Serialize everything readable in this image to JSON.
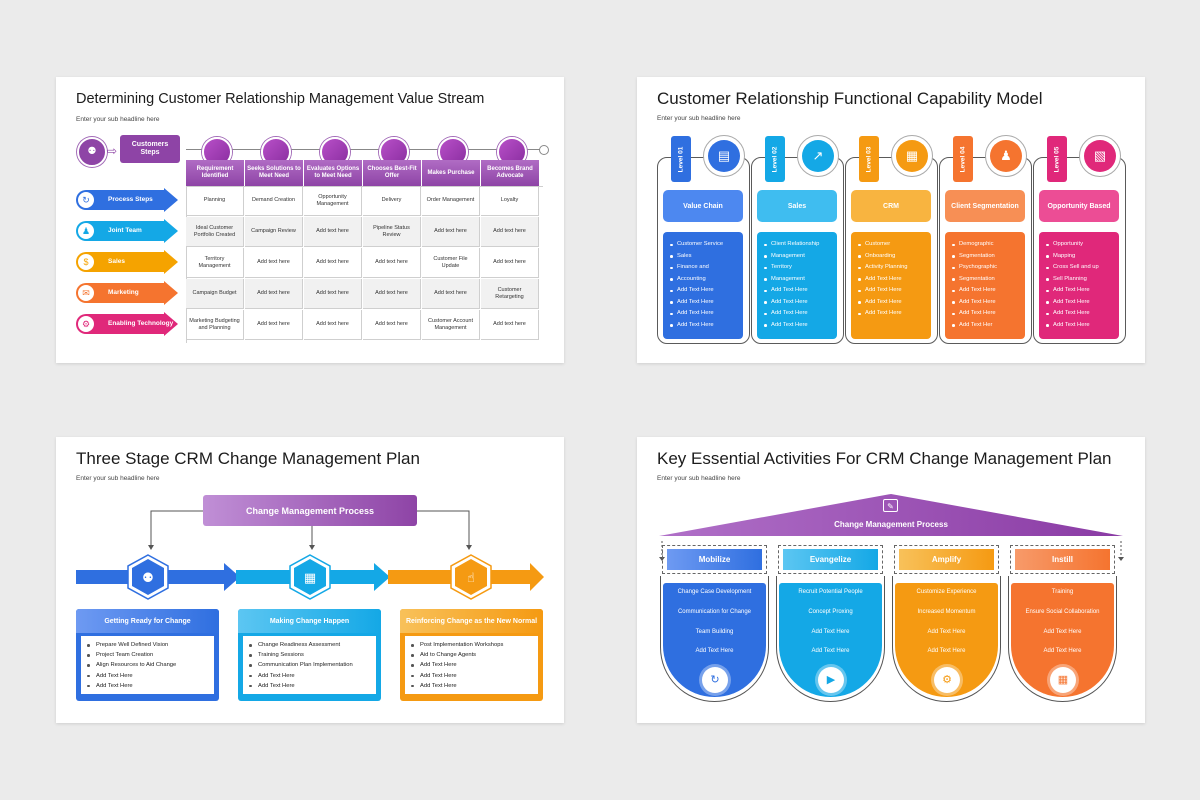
{
  "colors": {
    "purple": "#8e44a6",
    "blue": "#2f6fe0",
    "teal": "#14a8e6",
    "orange": "#f59a12",
    "deep_orange": "#f5742f",
    "magenta": "#e0287a"
  },
  "slide1": {
    "title": "Determining Customer Relationship Management Value Stream",
    "subtitle": "Enter your sub headline here",
    "customer_steps": "Customers Steps",
    "columns": [
      "Requirement Identified",
      "Seeks Solutions to Meet Need",
      "Evaluates Options to Meet Need",
      "Chooses Best-Fit Offer",
      "Makes Purchase",
      "Becomes Brand Advocate"
    ],
    "rows": [
      {
        "label": "Process Steps",
        "icon": "refresh-icon",
        "cells": [
          "Planning",
          "Demand Creation",
          "Opportunity Management",
          "Delivery",
          "Order Management",
          "Loyalty"
        ]
      },
      {
        "label": "Joint Team",
        "icon": "team-icon",
        "cells": [
          "Ideal Customer Portfolio Created",
          "Campaign Review",
          "Add text here",
          "Pipeline Status Review",
          "Add text here",
          "Add text here"
        ]
      },
      {
        "label": "Sales",
        "icon": "sales-icon",
        "cells": [
          "Territory Management",
          "Add text here",
          "Add text here",
          "Add text here",
          "Customer File Update",
          "Add text here"
        ]
      },
      {
        "label": "Marketing",
        "icon": "megaphone-icon",
        "cells": [
          "Campaign Budget",
          "Add text here",
          "Add text here",
          "Add text here",
          "Add text here",
          "Customer Retargeting"
        ]
      },
      {
        "label": "Enabling Technology",
        "icon": "gear-icon",
        "cells": [
          "Marketing Budgeting and Planning",
          "Add text here",
          "Add text here",
          "Add text here",
          "Customer Account Management",
          "Add text here"
        ]
      }
    ]
  },
  "slide2": {
    "title": "Customer Relationship Functional Capability Model",
    "subtitle": "Enter your sub headline here",
    "levels": [
      {
        "tab": "Level 01",
        "title": "Value Chain",
        "icon": "bar-chart-icon",
        "items": [
          "Customer Service",
          "Sales",
          "Finance and",
          "Accounting",
          "Add Text Here",
          "Add Text Here",
          "Add Text Here",
          "Add Text Here"
        ]
      },
      {
        "tab": "Level 02",
        "title": "Sales",
        "icon": "growth-chart-icon",
        "items": [
          "Client Relationship",
          "Management",
          "Territory",
          "Management",
          "Add Text Here",
          "Add Text Here",
          "Add Text Here",
          "Add Text Here"
        ]
      },
      {
        "tab": "Level 03",
        "title": "CRM",
        "icon": "presentation-icon",
        "items": [
          "Customer",
          "Onboarding",
          "Activity Planning",
          "Add Text Here",
          "Add Text Here",
          "Add Text Here",
          "Add Text Here"
        ]
      },
      {
        "tab": "Level 04",
        "title": "Client Segmentation",
        "icon": "hierarchy-icon",
        "items": [
          "Demographic",
          "Segmentation",
          "Psychographic",
          "Segmentation",
          "Add Text Here",
          "Add Text Here",
          "Add Text Here",
          "Add Text Her"
        ]
      },
      {
        "tab": "Level 05",
        "title": "Opportunity Based",
        "icon": "id-card-icon",
        "items": [
          "Opportunity",
          "Mapping",
          "Cross Sell and up",
          "Sell Planning",
          "Add Text Here",
          "Add Text Here",
          "Add Text Here",
          "Add Text Here"
        ]
      }
    ]
  },
  "slide3": {
    "title": "Three Stage CRM Change Management Plan",
    "subtitle": "Enter your sub headline here",
    "process": "Change Management Process",
    "stages": [
      {
        "title": "Getting Ready for Change",
        "icon": "people-icon",
        "items": [
          "Prepare Well Defined Vision",
          "Project Team Creation",
          "Align Resources to Aid Change",
          "Add Text Here",
          "Add Text Here"
        ]
      },
      {
        "title": "Making Change Happen",
        "icon": "presenter-icon",
        "items": [
          "Change Readiness Assessment",
          "Training Sessions",
          "Communication Plan Implementation",
          "Add Text Here",
          "Add Text Here"
        ]
      },
      {
        "title": "Reinforcing Change as the New Normal",
        "icon": "thumbs-up-icon",
        "items": [
          "Post Implementation Workshops",
          "Aid to Change Agents",
          "Add Text Here",
          "Add Text Here",
          "Add Text Here"
        ]
      }
    ]
  },
  "slide4": {
    "title": "Key Essential Activities For CRM Change Management Plan",
    "subtitle": "Enter your sub headline here",
    "roof": "Change Management Process",
    "pillars": [
      {
        "title": "Mobilize",
        "icon": "agile-icon",
        "items": [
          "Change Case Development",
          "Communication for Change",
          "Team Building",
          "Add Text Here"
        ]
      },
      {
        "title": "Evangelize",
        "icon": "video-icon",
        "items": [
          "Recruit Potential People",
          "Concept Proxing",
          "Add Text Here",
          "Add Text Here"
        ]
      },
      {
        "title": "Amplify",
        "icon": "gear-icon",
        "items": [
          "Customize Experience",
          "Increased Momentum",
          "Add Text Here",
          "Add Text Here"
        ]
      },
      {
        "title": "Instill",
        "icon": "training-icon",
        "items": [
          "Training",
          "Ensure Social Collaboration",
          "Add Text Here",
          "Add Text Here"
        ]
      }
    ]
  }
}
